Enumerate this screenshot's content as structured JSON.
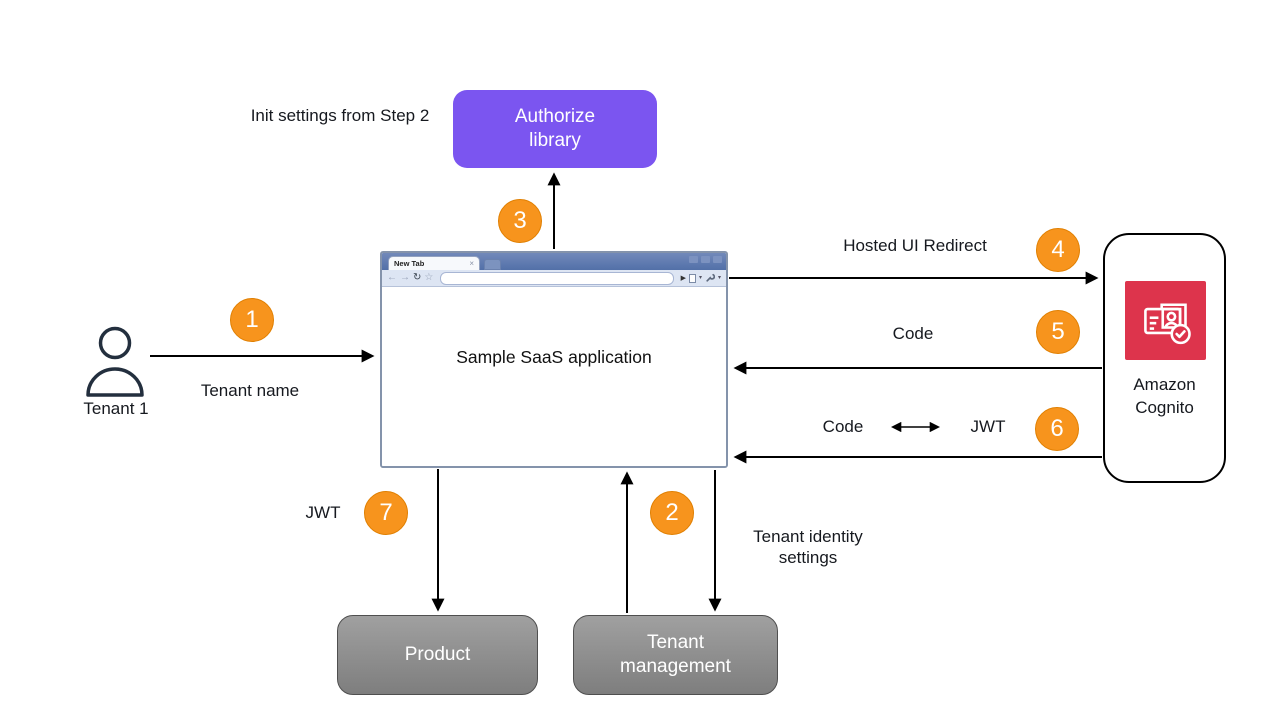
{
  "colors": {
    "orange": "#F7941D",
    "orange_border": "#E07F00",
    "purple": "#7B55F0",
    "red": "#DD344C",
    "ink": "#232F3E"
  },
  "actor": {
    "label": "Tenant 1"
  },
  "steps": [
    "1",
    "2",
    "3",
    "4",
    "5",
    "6",
    "7"
  ],
  "browser": {
    "tab_title": "New Tab",
    "content_title": "Sample SaaS application"
  },
  "nodes": {
    "authorize_library": "Authorize library",
    "cognito": "Amazon Cognito",
    "product": "Product",
    "tenant_management": "Tenant management"
  },
  "labels": {
    "tenant_name": "Tenant name",
    "init_settings": "Init settings from Step 2",
    "hosted_ui_redirect": "Hosted UI Redirect",
    "code": "Code",
    "code_exchange_left": "Code",
    "code_exchange_right": "JWT",
    "jwt": "JWT",
    "tenant_identity": "Tenant identity settings"
  }
}
